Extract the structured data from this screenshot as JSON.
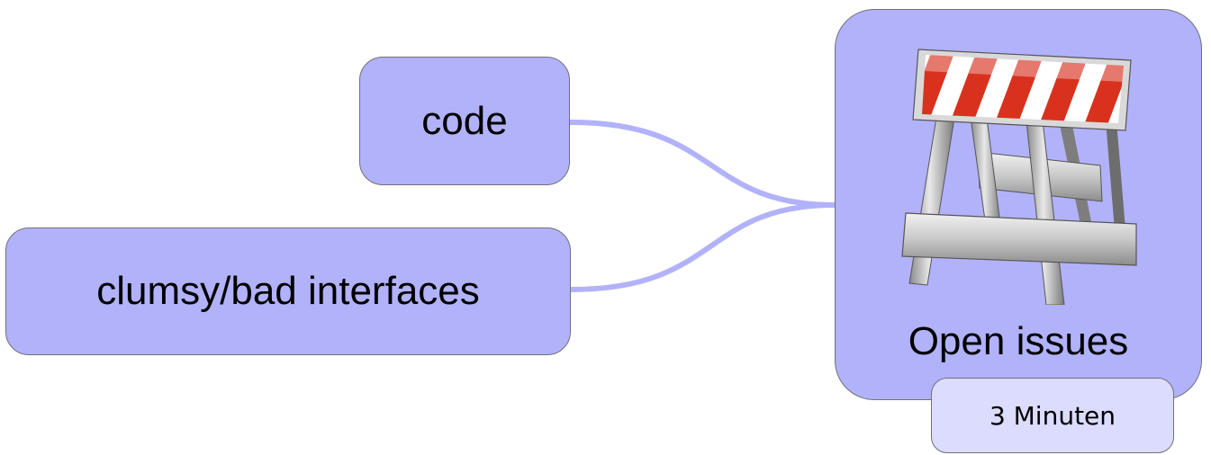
{
  "nodes": {
    "code": {
      "label": "code"
    },
    "clumsy": {
      "label": "clumsy/bad interfaces"
    },
    "open_issues": {
      "label": "Open issues",
      "icon": "road-barricade-icon"
    }
  },
  "badge": {
    "label": "3 Minuten"
  },
  "colors": {
    "node_fill": "#b2b2fb",
    "node_border": "#6f6f7a",
    "connector": "#b2b2fb",
    "badge_fill": "#dcdcff"
  }
}
